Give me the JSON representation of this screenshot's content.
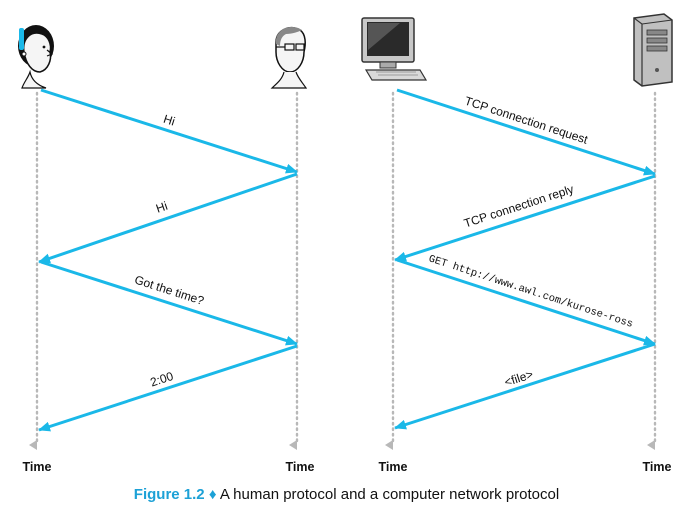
{
  "human_side": {
    "time_left": "Time",
    "time_right": "Time",
    "messages": [
      "Hi",
      "Hi",
      "Got the time?",
      "2:00"
    ]
  },
  "computer_side": {
    "time_left": "Time",
    "time_right": "Time",
    "messages": [
      "TCP connection request",
      "TCP connection reply",
      "GET http://www.awl.com/kurose-ross",
      "<file>"
    ]
  },
  "caption": {
    "label": "Figure 1.2",
    "separator": "♦",
    "text": "A human protocol and a computer network protocol"
  },
  "colors": {
    "arrow": "#1ab8e8",
    "timeline": "#b0b0b0",
    "caption_accent": "#1da1d6"
  },
  "icons": [
    "woman-avatar-icon",
    "man-avatar-icon",
    "desktop-computer-icon",
    "server-tower-icon"
  ]
}
